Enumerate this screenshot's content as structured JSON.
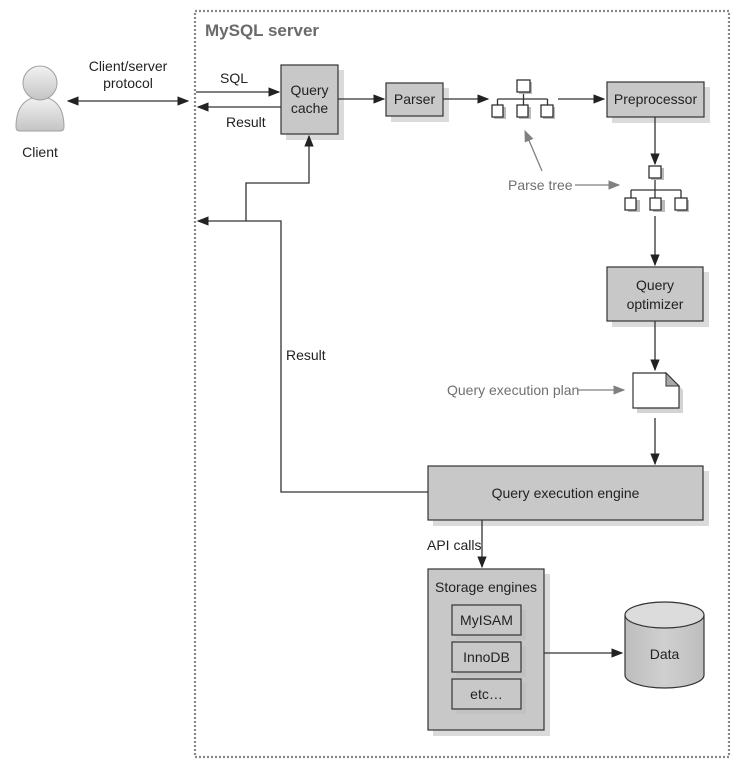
{
  "diagram": {
    "server_title": "MySQL server",
    "client": {
      "label": "Client",
      "icon": "user-icon"
    },
    "protocol_label_line1": "Client/server",
    "protocol_label_line2": "protocol",
    "sql_label": "SQL",
    "result_label_top": "Result",
    "result_label_left": "Result",
    "query_cache": {
      "line1": "Query",
      "line2": "cache"
    },
    "parser": {
      "label": "Parser"
    },
    "preprocessor": {
      "label": "Preprocessor"
    },
    "parse_tree_label": "Parse tree",
    "query_optimizer": {
      "line1": "Query",
      "line2": "optimizer"
    },
    "execution_plan_label": "Query execution plan",
    "execution_engine": {
      "label": "Query execution engine"
    },
    "api_calls_label": "API calls",
    "storage_engines": {
      "title": "Storage engines",
      "items": [
        "MyISAM",
        "InnoDB",
        "etc…"
      ]
    },
    "data_store": {
      "label": "Data",
      "icon": "database-icon"
    }
  }
}
